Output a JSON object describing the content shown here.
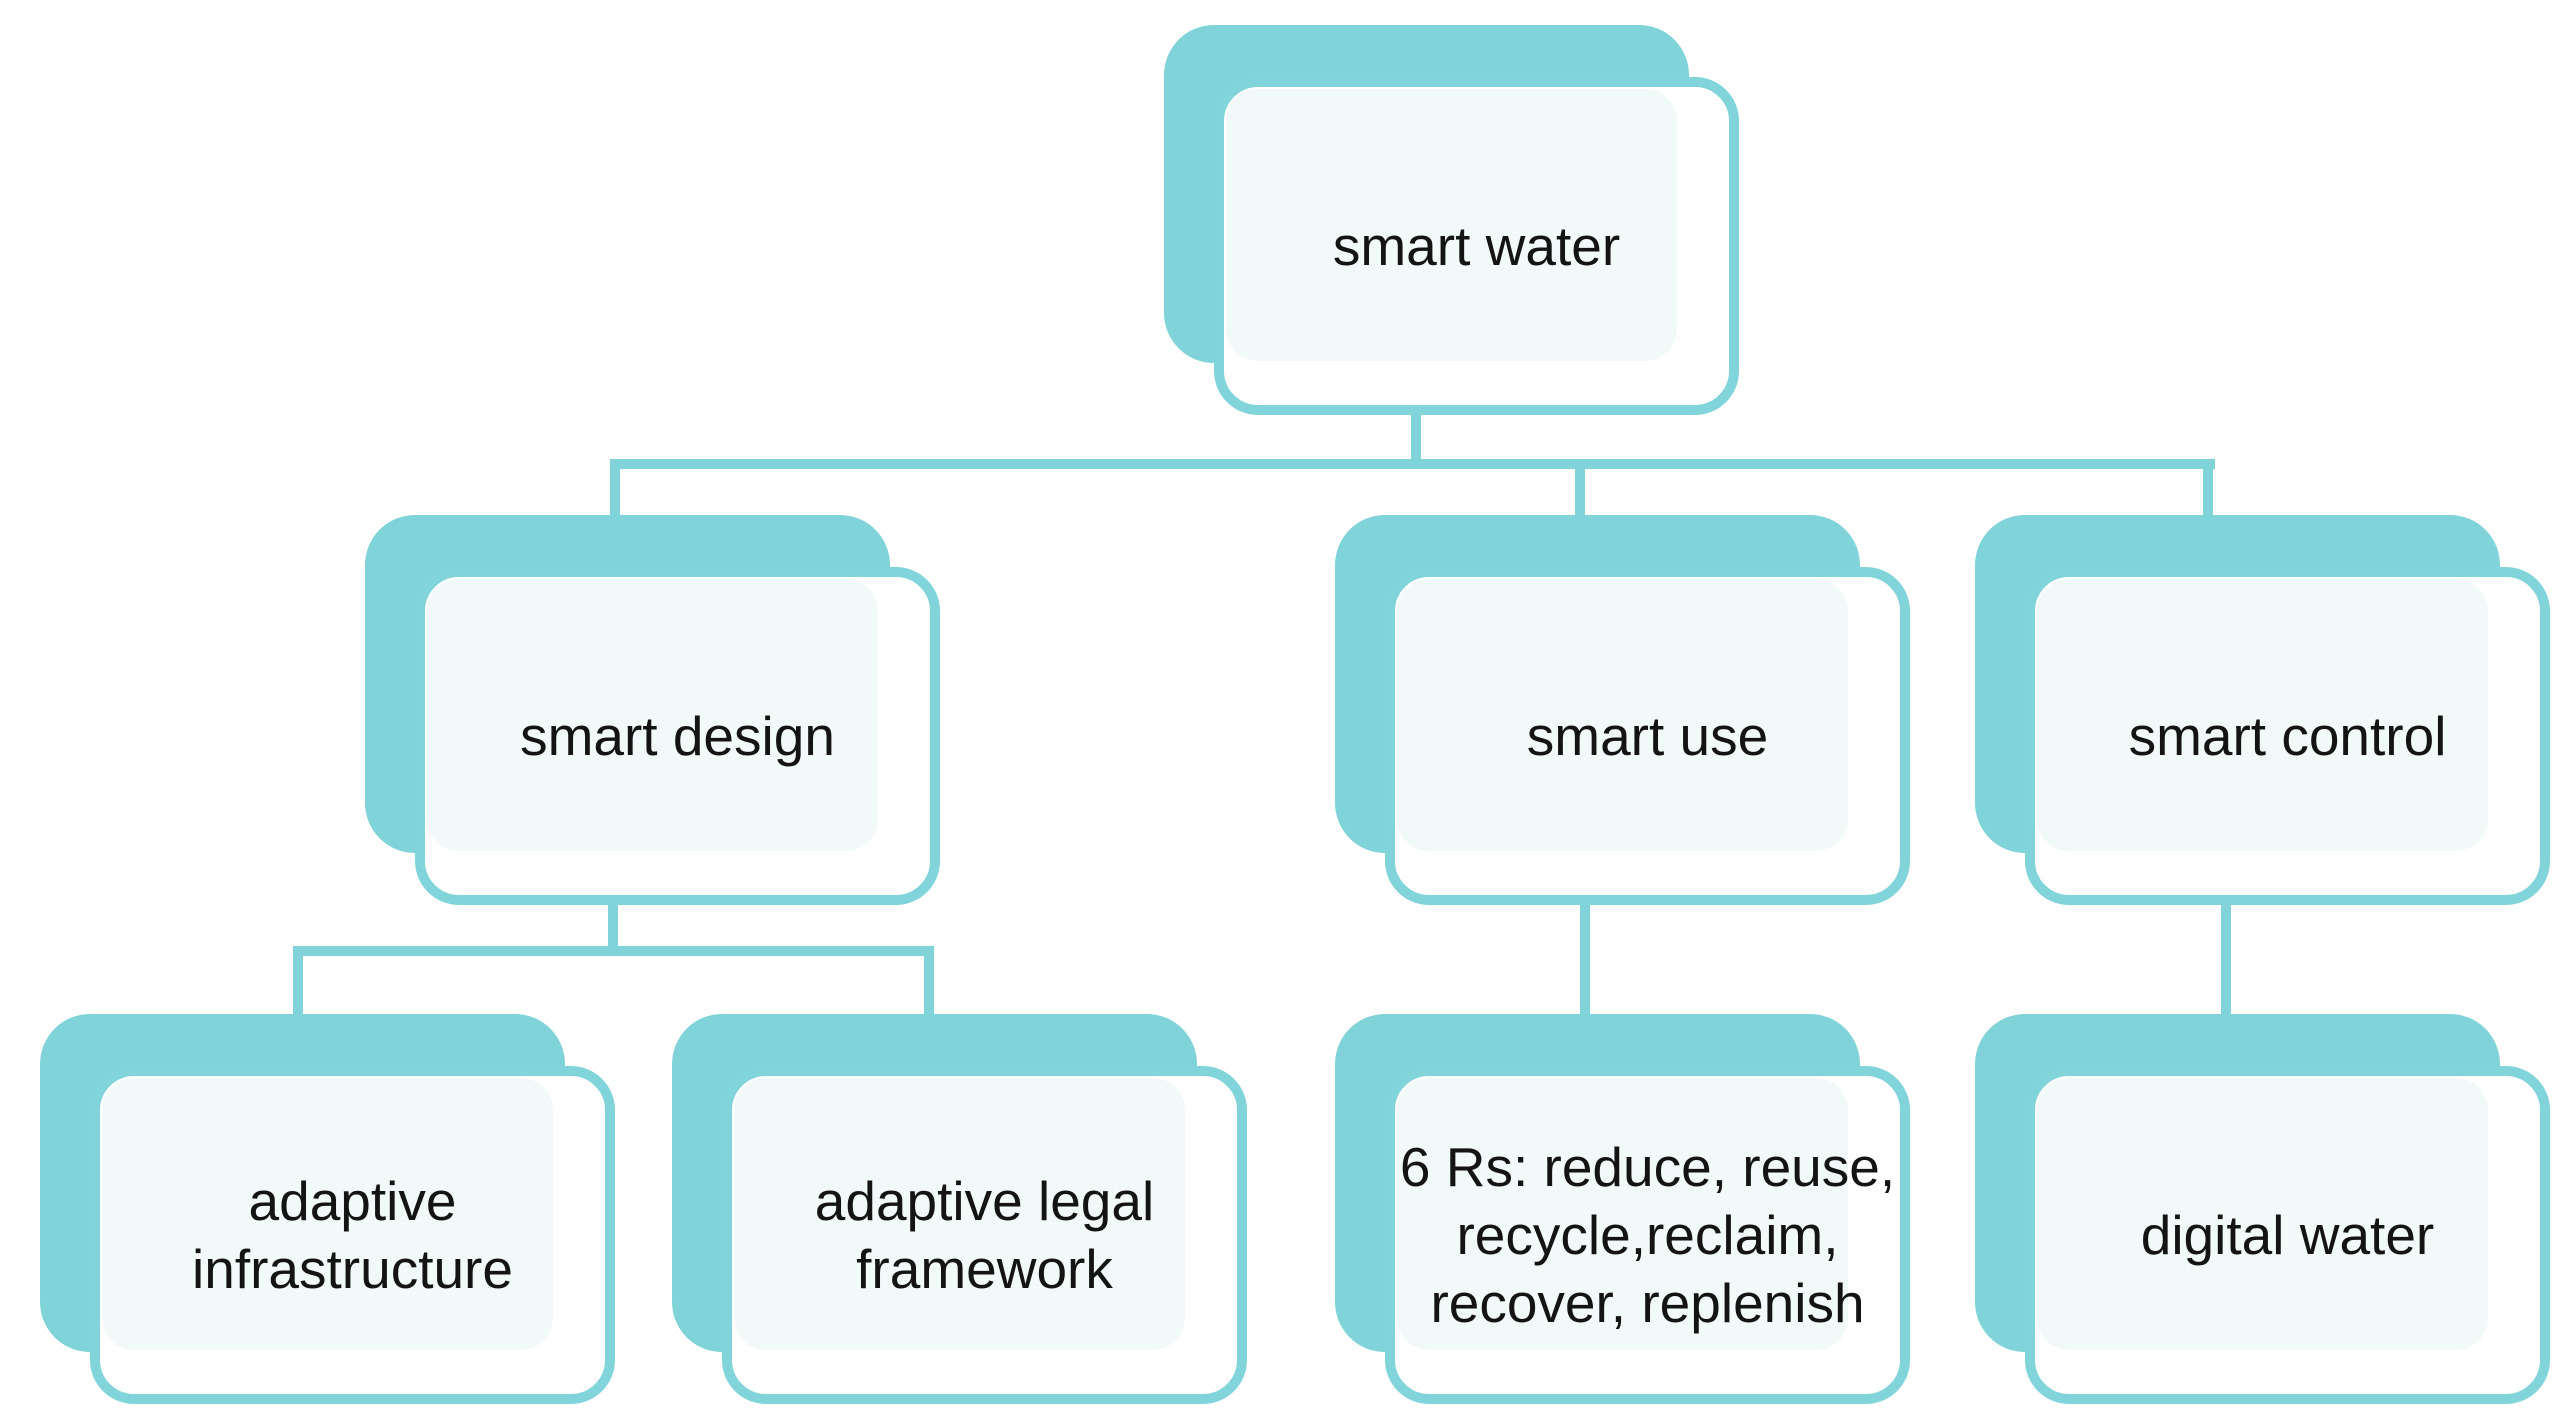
{
  "colors": {
    "node_fill_teal": "#7fd3d9",
    "card_border_teal": "#80d4da",
    "card_highlight_mint": "#f1faf9",
    "connector_teal": "#7fd3d9",
    "text": "#141414",
    "background": "#ffffff"
  },
  "nodes": {
    "root": {
      "label": "smart water"
    },
    "design": {
      "label": "smart design"
    },
    "use": {
      "label": "smart use"
    },
    "control": {
      "label": "smart control"
    },
    "infrastructure": {
      "label": "adaptive\ninfrastructure"
    },
    "legal": {
      "label": "adaptive legal\nframework"
    },
    "sixrs": {
      "label": "6 Rs: reduce, reuse,\nrecycle,reclaim,\nrecover, replenish"
    },
    "digital": {
      "label": "digital water"
    }
  },
  "hierarchy": {
    "edges": [
      {
        "from": "smart water",
        "to": "smart design"
      },
      {
        "from": "smart water",
        "to": "smart use"
      },
      {
        "from": "smart water",
        "to": "smart control"
      },
      {
        "from": "smart design",
        "to": "adaptive infrastructure"
      },
      {
        "from": "smart design",
        "to": "adaptive legal framework"
      },
      {
        "from": "smart use",
        "to": "6 Rs: reduce, reuse, recycle,reclaim, recover, replenish"
      },
      {
        "from": "smart control",
        "to": "digital water"
      }
    ]
  }
}
